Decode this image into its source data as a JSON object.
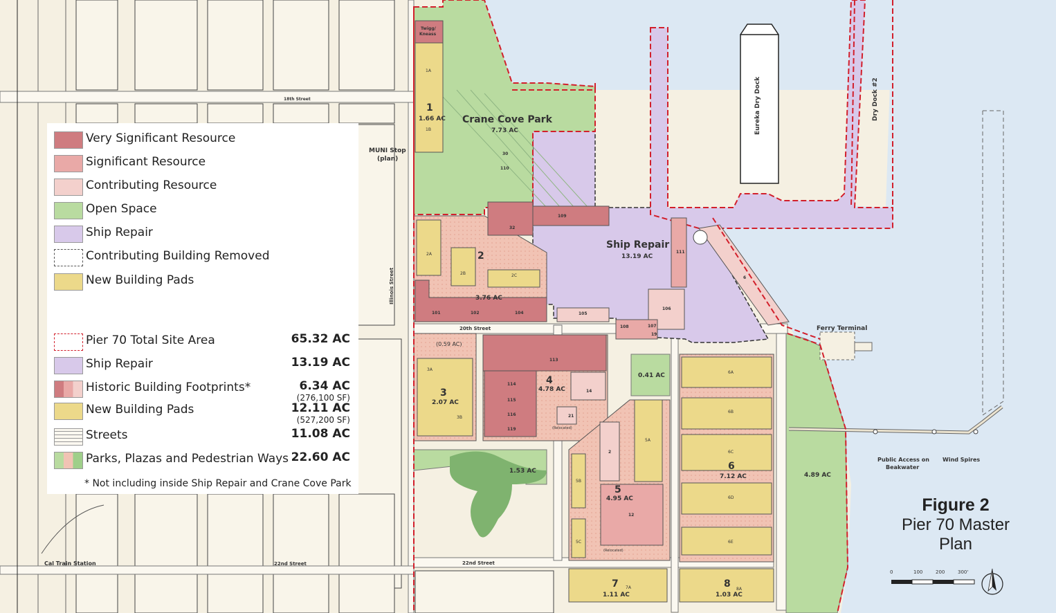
{
  "figure": {
    "number": "Figure 2",
    "title": "Pier 70 Master Plan"
  },
  "legend": {
    "categories": [
      {
        "label": "Very Significant Resource",
        "color": "#cf7c80"
      },
      {
        "label": "Significant Resource",
        "color": "#e9a9a7"
      },
      {
        "label": "Contributing Resource",
        "color": "#f3d0cc"
      },
      {
        "label": "Open Space",
        "color": "#b9dba0"
      },
      {
        "label": "Ship Repair",
        "color": "#d8c9ea"
      },
      {
        "label": "Contributing Building Removed",
        "color": "dashed"
      },
      {
        "label": "New Building Pads",
        "color": "#ecd98a"
      }
    ],
    "areas": [
      {
        "label": "Pier 70 Total Site Area",
        "value": "65.32 AC",
        "sub": ""
      },
      {
        "label": "Ship Repair",
        "value": "13.19 AC",
        "sub": ""
      },
      {
        "label": "Historic Building Footprints*",
        "value": "6.34 AC",
        "sub": "(276,100 SF)"
      },
      {
        "label": "New Building Pads",
        "value": "12.11 AC",
        "sub": "(527,200 SF)"
      },
      {
        "label": "Streets",
        "value": "11.08 AC",
        "sub": ""
      },
      {
        "label": "Parks, Plazas and Pedestrian Ways",
        "value": "22.60 AC",
        "sub": ""
      }
    ],
    "footnote": "* Not including inside Ship Repair and Crane Cove Park"
  },
  "labels": {
    "crane_cove": "Crane Cove Park",
    "crane_cove_area": "7.73 AC",
    "ship_repair": "Ship Repair",
    "ship_repair_area": "13.19 AC",
    "muni_stop": "MUNI Stop",
    "muni_plan": "(plan)",
    "illinois": "Illinois Street",
    "street_18": "18th Street",
    "street_20": "20th Street",
    "street_22a": "22nd Street",
    "street_22b": "22nd Street",
    "caltrain": "Cal Train Station",
    "ferry": "Ferry Terminal",
    "eureka": "Eureka Dry Dock",
    "drydock2": "Dry Dock #2",
    "public_access": "Public Access on",
    "breakwater": "Beakwater",
    "wind_spires": "Wind Spires",
    "twigg": "Twigg/",
    "kneass": "Kneass",
    "p1": "1",
    "p1_area": "1.66 AC",
    "p2": "2",
    "p2_area": "3.76 AC",
    "p3": "3",
    "p3_area": "2.07 AC",
    "p4": "4",
    "p4_area": "4.78 AC",
    "p5": "5",
    "p5_area": "4.95 AC",
    "p6": "6",
    "p6_area": "7.12 AC",
    "p7": "7",
    "p7_area": "1.11 AC",
    "p8": "8",
    "p8_area": "1.03 AC",
    "area_059": "(0.59 AC)",
    "area_041": "0.41 AC",
    "area_153": "1.53 AC",
    "area_489": "4.89 AC",
    "b1a": "1A",
    "b1b": "1B",
    "b2a": "2A",
    "b2b": "2B",
    "b2c": "2C",
    "b3a": "3A",
    "b3b": "3B",
    "b5a": "5A",
    "b5b": "5B",
    "b5c": "5C",
    "b6a": "6A",
    "b6b": "6B",
    "b6c": "6C",
    "b6d": "6D",
    "b6e": "6E",
    "b7a": "7A",
    "b8a": "8A",
    "b101": "101",
    "b102": "102",
    "b104": "104",
    "b105": "105",
    "b106": "106",
    "b107": "107",
    "b108": "108",
    "b109": "109",
    "b110": "110",
    "b111": "111",
    "b113": "113",
    "b114": "114",
    "b115": "115",
    "b116": "116",
    "b119": "119",
    "b12": "12",
    "b14": "14",
    "b19": "19",
    "b2": "2",
    "b21": "21",
    "b30": "30",
    "b32": "32",
    "b6": "6",
    "relocated1": "(Relocated)",
    "relocated2": "(Relocated)"
  },
  "scale_bar": {
    "t0": "0",
    "t1": "100",
    "t2": "200",
    "t3": "300'"
  }
}
